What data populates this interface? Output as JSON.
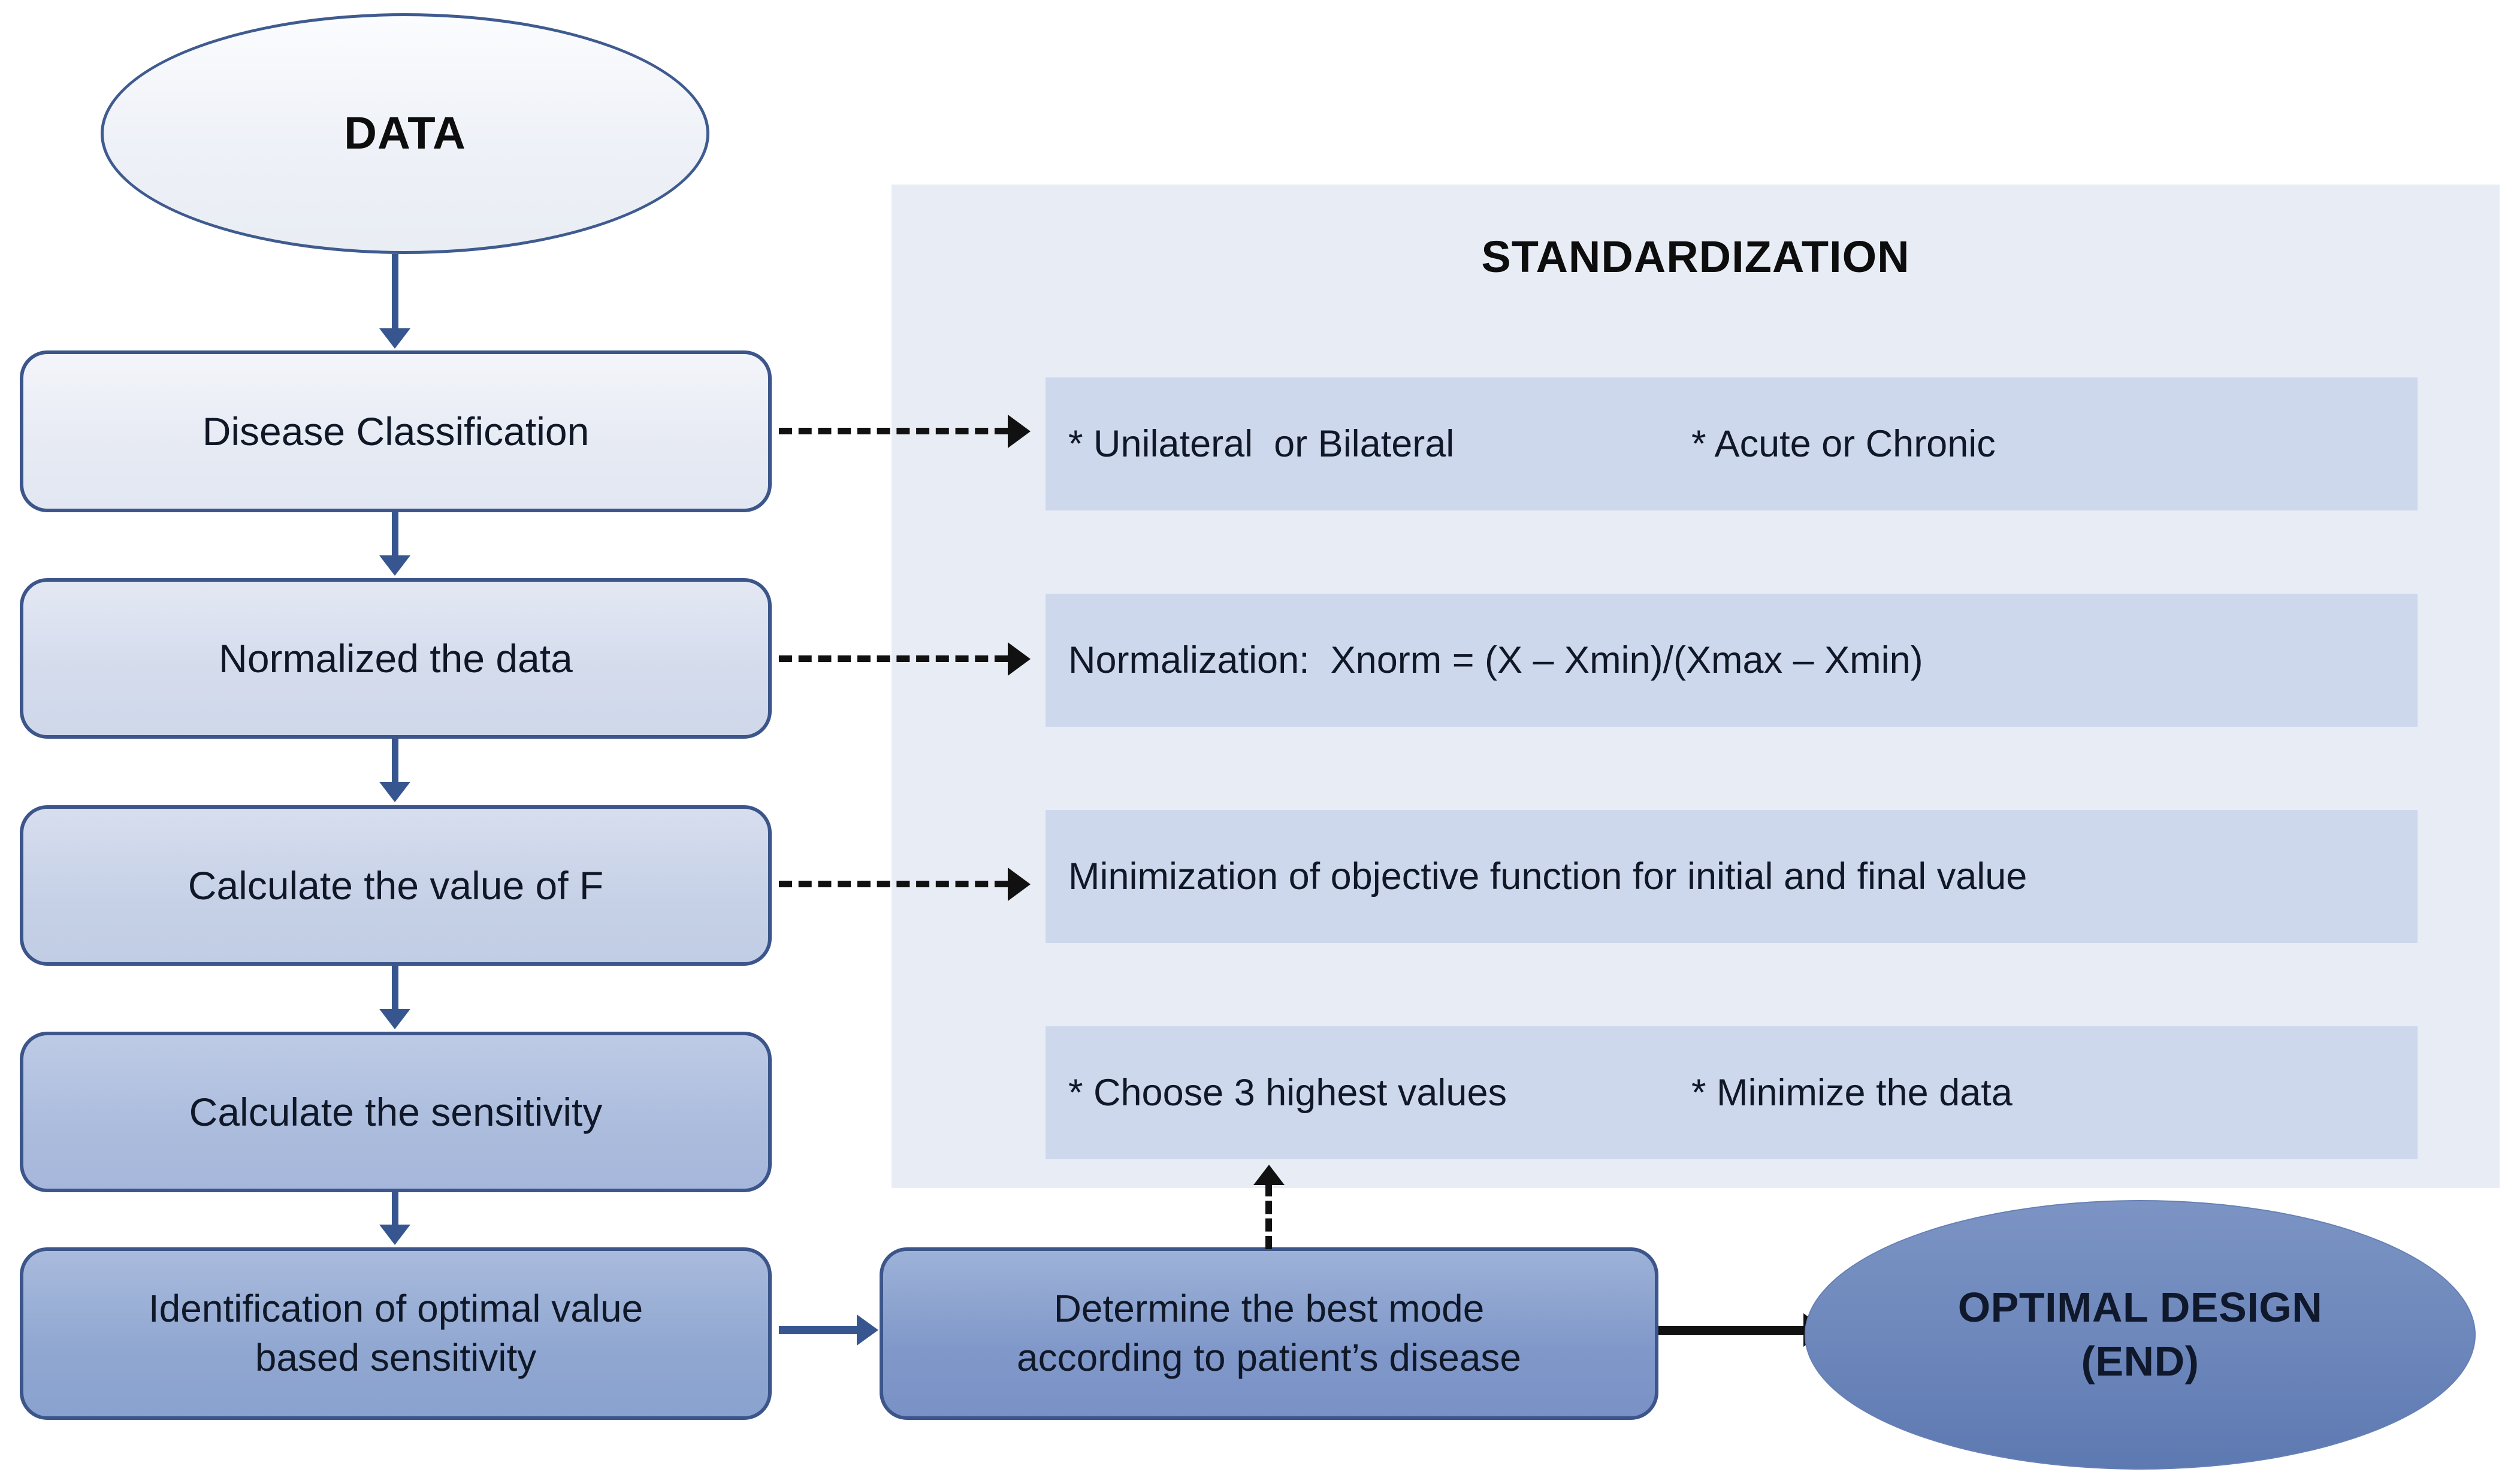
{
  "diagram": {
    "title": "Optimal design flowchart",
    "colors": {
      "node_border": "#3c558a",
      "arrow_blue": "#37558f",
      "panel_background": "#e8ecf5",
      "row_background": "#cdd8ed",
      "end_fill": "#6e88bc"
    }
  },
  "start_node": {
    "label": "DATA",
    "shape": "ellipse"
  },
  "process_steps": [
    {
      "id": "disease-classification",
      "label": "Disease Classification"
    },
    {
      "id": "normalize-data",
      "label": "Normalized the data"
    },
    {
      "id": "calculate-f",
      "label": "Calculate the value of F"
    },
    {
      "id": "calculate-sensitivity",
      "label": "Calculate the sensitivity"
    },
    {
      "id": "identify-optimal",
      "label": "Identification of optimal value\nbased sensitivity"
    },
    {
      "id": "determine-best-mode",
      "label": "Determine the best mode\naccording to patient’s disease"
    }
  ],
  "standardization": {
    "title": "STANDARDIZATION",
    "rows": [
      {
        "id": "classification-criteria",
        "two_column": true,
        "left": "* Unilateral  or Bilateral",
        "right": "* Acute or Chronic"
      },
      {
        "id": "normalization-formula",
        "two_column": false,
        "text": "Normalization:  Xnorm = (X – Xmin)/(Xmax – Xmin)"
      },
      {
        "id": "objective-minimization",
        "two_column": false,
        "text": "Minimization of objective function for initial and final value"
      },
      {
        "id": "selection-criteria",
        "two_column": true,
        "left": "* Choose 3 highest values",
        "right": "* Minimize the data"
      }
    ]
  },
  "end_node": {
    "label": "OPTIMAL DESIGN\n(END)",
    "shape": "ellipse"
  }
}
